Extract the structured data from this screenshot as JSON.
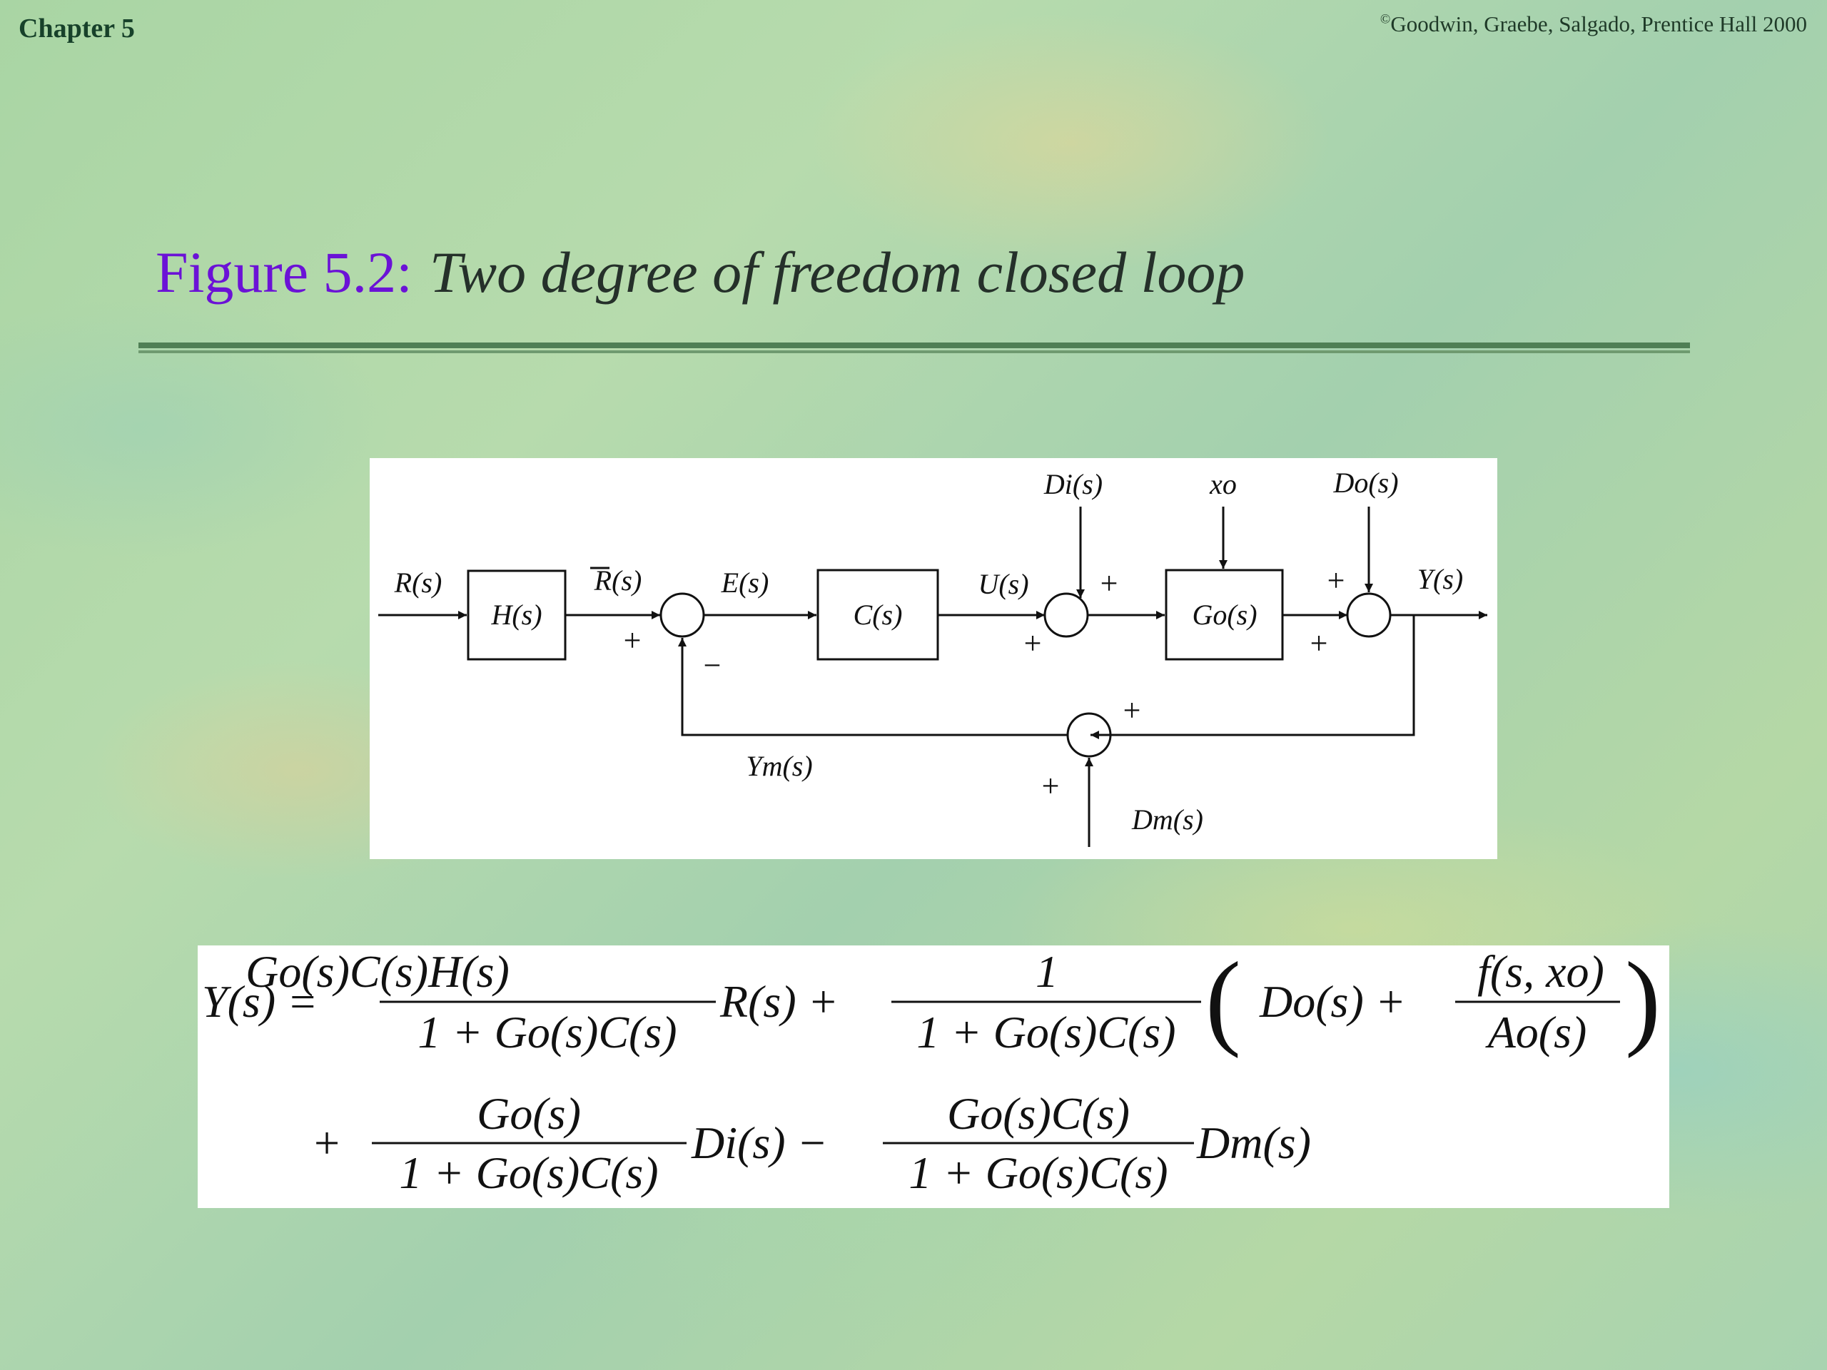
{
  "header": {
    "chapter": "Chapter 5",
    "copyright_mark": "©",
    "copyright": "Goodwin, Graebe, Salgado, Prentice Hall 2000"
  },
  "title": {
    "figure_label": "Figure 5.2:",
    "caption": "Two degree of freedom closed loop"
  },
  "diagram": {
    "blocks": {
      "h": "H(s)",
      "c": "C(s)",
      "go": "Go(s)"
    },
    "signals": {
      "r": "R(s)",
      "rbar": "R(s)",
      "e": "E(s)",
      "u": "U(s)",
      "di": "Di(s)",
      "xo": "xo",
      "do": "Do(s)",
      "y": "Y(s)",
      "ym": "Ym(s)",
      "dm": "Dm(s)"
    },
    "signs": {
      "s1_ref": "+",
      "s1_fb": "−",
      "s2_in": "+",
      "s2_di": "+",
      "s3_do": "+",
      "s3_in": "+",
      "s4_y": "+",
      "s4_dm": "+"
    }
  },
  "equation": {
    "line1": {
      "lhs": "Y(s) =",
      "f1_num": "Go(s)C(s)H(s)",
      "f1_den": "1 + Go(s)C(s)",
      "f1_tail": "R(s) +",
      "f2_num": "1",
      "f2_den": "1 + Go(s)C(s)",
      "paren_open": "(",
      "paren_mid": "Do(s) +",
      "f3_num": "f(s, xo)",
      "f3_den": "Ao(s)",
      "paren_close": ")"
    },
    "line2": {
      "lead": "+",
      "f4_num": "Go(s)",
      "f4_den": "1 + Go(s)C(s)",
      "f4_tail": "Di(s) −",
      "f5_num": "Go(s)C(s)",
      "f5_den": "1 + Go(s)C(s)",
      "f5_tail": "Dm(s)"
    }
  }
}
